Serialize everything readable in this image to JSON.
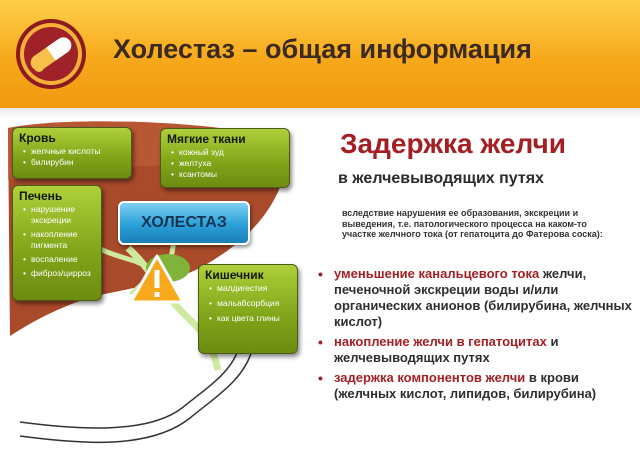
{
  "header": {
    "title": "Холестаз – общая информация",
    "logo_icon": "medicine-capsule-icon"
  },
  "illustration": {
    "center_label": "ХОЛЕСТАЗ",
    "warning_icon": "warning-triangle-icon",
    "boxes": {
      "blood": {
        "title": "Кровь",
        "items": [
          "желчные кислоты",
          "билирубин"
        ]
      },
      "soft_tissue": {
        "title": "Мягкие ткани",
        "items": [
          "кожный зуд",
          "желтуха",
          "ксантомы"
        ]
      },
      "liver": {
        "title": "Печень",
        "items": [
          "нарушение экскреции",
          "накопление пигмента",
          "воспаление",
          "фиброз/цирроз"
        ]
      },
      "intestine": {
        "title": "Кишечник",
        "items": [
          "малдигестия",
          "мальабсорбция",
          "как цвета глины"
        ]
      }
    }
  },
  "right": {
    "title": "Задержка желчи",
    "subtitle": "в желчевыводящих путях",
    "note": "вследствие нарушения ее образования, экскреции и выведения, т.е. патологического процесса на каком-то участке желчного тока (от гепатоцита до Фатерова соска):",
    "points": [
      {
        "highlight": "уменьшение канальцевого тока",
        "rest": " желчи, печеночной экскреции воды и/или органических анионов (билирубина, желчных кислот)"
      },
      {
        "highlight": "накопление желчи в гепатоцитах",
        "rest": " и желчевыводящих путях"
      },
      {
        "highlight": "задержка компонентов желчи",
        "rest": " в крови (желчных кислот, липидов, билирубина)"
      }
    ]
  },
  "colors": {
    "header_orange": "#f7a81b",
    "title_red": "#a41f24",
    "box_green": "#7fa318",
    "liver_brown": "#a44a2a",
    "badge_blue": "#2a9fd8"
  }
}
